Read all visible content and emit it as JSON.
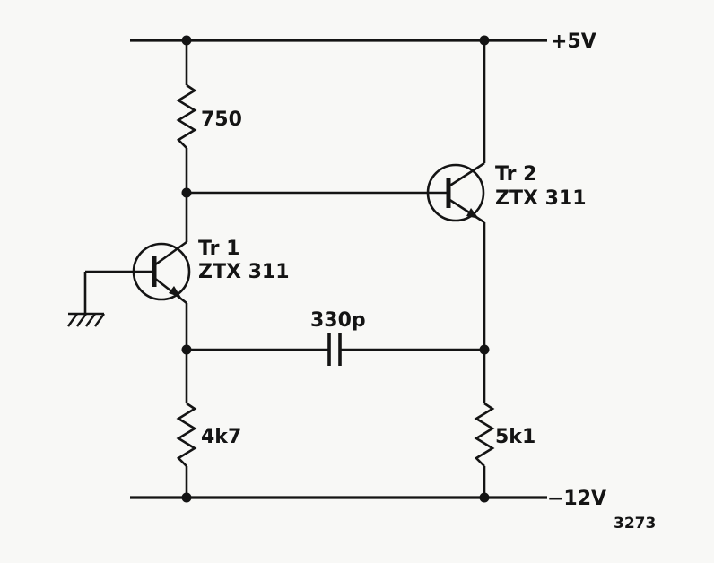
{
  "figure": {
    "number": "3273",
    "ink_color": "#141414",
    "background_color": "#f8f8f6"
  },
  "rails": {
    "top_label": "+5V",
    "bottom_label": "−12V"
  },
  "resistors": {
    "collector_load": "750",
    "left_emitter": "4k7",
    "right_emitter": "5k1"
  },
  "capacitor": {
    "value": "330p"
  },
  "transistors": {
    "tr1": {
      "name": "Tr 1",
      "part": "ZTX 311"
    },
    "tr2": {
      "name": "Tr 2",
      "part": "ZTX 311"
    }
  }
}
